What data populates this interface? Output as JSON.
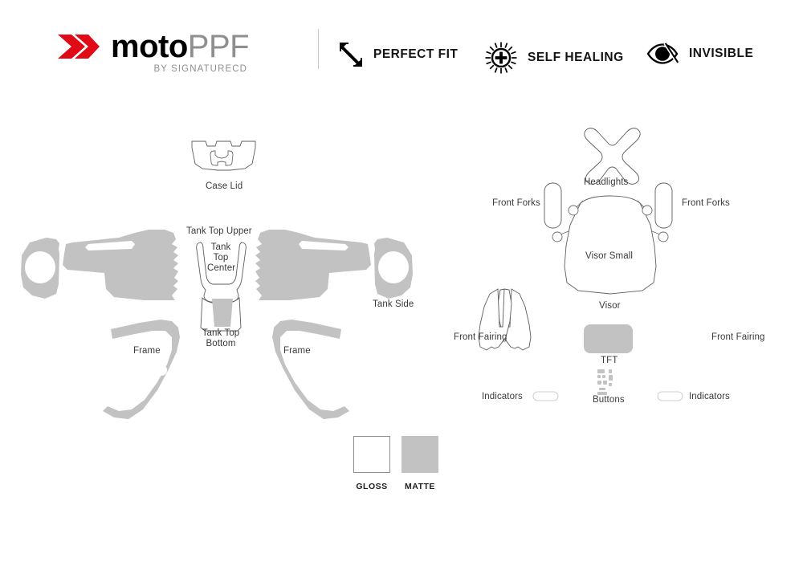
{
  "header": {
    "logo": {
      "chevrons_icon": "double-chevron-right-icon",
      "brand_primary": "moto",
      "brand_secondary": "PPF",
      "tagline": "BY SIGNATURECD",
      "accent_color": "#e10a17",
      "primary_color": "#000000",
      "secondary_color": "#8f8f8f"
    },
    "features": [
      {
        "icon": "resize-diagonal-arrows-icon",
        "label": "PERFECT FIT"
      },
      {
        "icon": "sunburst-plus-icon",
        "label": "SELF HEALING"
      },
      {
        "icon": "eye-slash-icon",
        "label": "INVISIBLE"
      }
    ]
  },
  "diagram": {
    "fill_color": "#c2c2c2",
    "stroke_color": "#6f6f6f",
    "light_stroke_color": "#d2d2d2",
    "left_group": {
      "parts": [
        {
          "name": "case-lid",
          "label": "Case Lid",
          "style": "outline"
        },
        {
          "name": "tank-top-upper",
          "label": "Tank Top Upper",
          "style": "outline"
        },
        {
          "name": "tank-top-center",
          "label": "Tank\nTop\nCenter",
          "label_lines": [
            "Tank",
            "Top",
            "Center"
          ],
          "style": "outline"
        },
        {
          "name": "tank-top-bottom",
          "label": "Tank Top\nBottom",
          "label_lines": [
            "Tank Top",
            "Bottom"
          ],
          "style": "filled"
        },
        {
          "name": "tank-side-left",
          "label": "",
          "style": "filled"
        },
        {
          "name": "tank-side-right",
          "label": "Tank Side",
          "style": "filled"
        },
        {
          "name": "frame-left",
          "label": "Frame",
          "style": "filled"
        },
        {
          "name": "frame-right",
          "label": "Frame",
          "style": "filled"
        }
      ]
    },
    "right_group": {
      "parts": [
        {
          "name": "headlights",
          "label": "Headlights",
          "style": "outline"
        },
        {
          "name": "front-forks-left",
          "label": "Front Forks",
          "style": "outline"
        },
        {
          "name": "front-forks-right",
          "label": "Front Forks",
          "style": "outline"
        },
        {
          "name": "visor-small",
          "label": "Visor Small",
          "style": "outline"
        },
        {
          "name": "visor",
          "label": "Visor",
          "style": "outline"
        },
        {
          "name": "front-fairing-left",
          "label": "Front Fairing",
          "style": "outline"
        },
        {
          "name": "front-fairing-right",
          "label": "Front Fairing",
          "style": "outline"
        },
        {
          "name": "tft",
          "label": "TFT",
          "style": "filled"
        },
        {
          "name": "buttons",
          "label": "Buttons",
          "style": "filled"
        },
        {
          "name": "indicators-left",
          "label": "Indicators",
          "style": "outline"
        },
        {
          "name": "indicators-right",
          "label": "Indicators",
          "style": "outline"
        }
      ]
    }
  },
  "finishes": [
    {
      "name": "gloss",
      "label": "GLOSS",
      "color": "#ffffff"
    },
    {
      "name": "matte",
      "label": "MATTE",
      "color": "#c2c2c2"
    }
  ]
}
